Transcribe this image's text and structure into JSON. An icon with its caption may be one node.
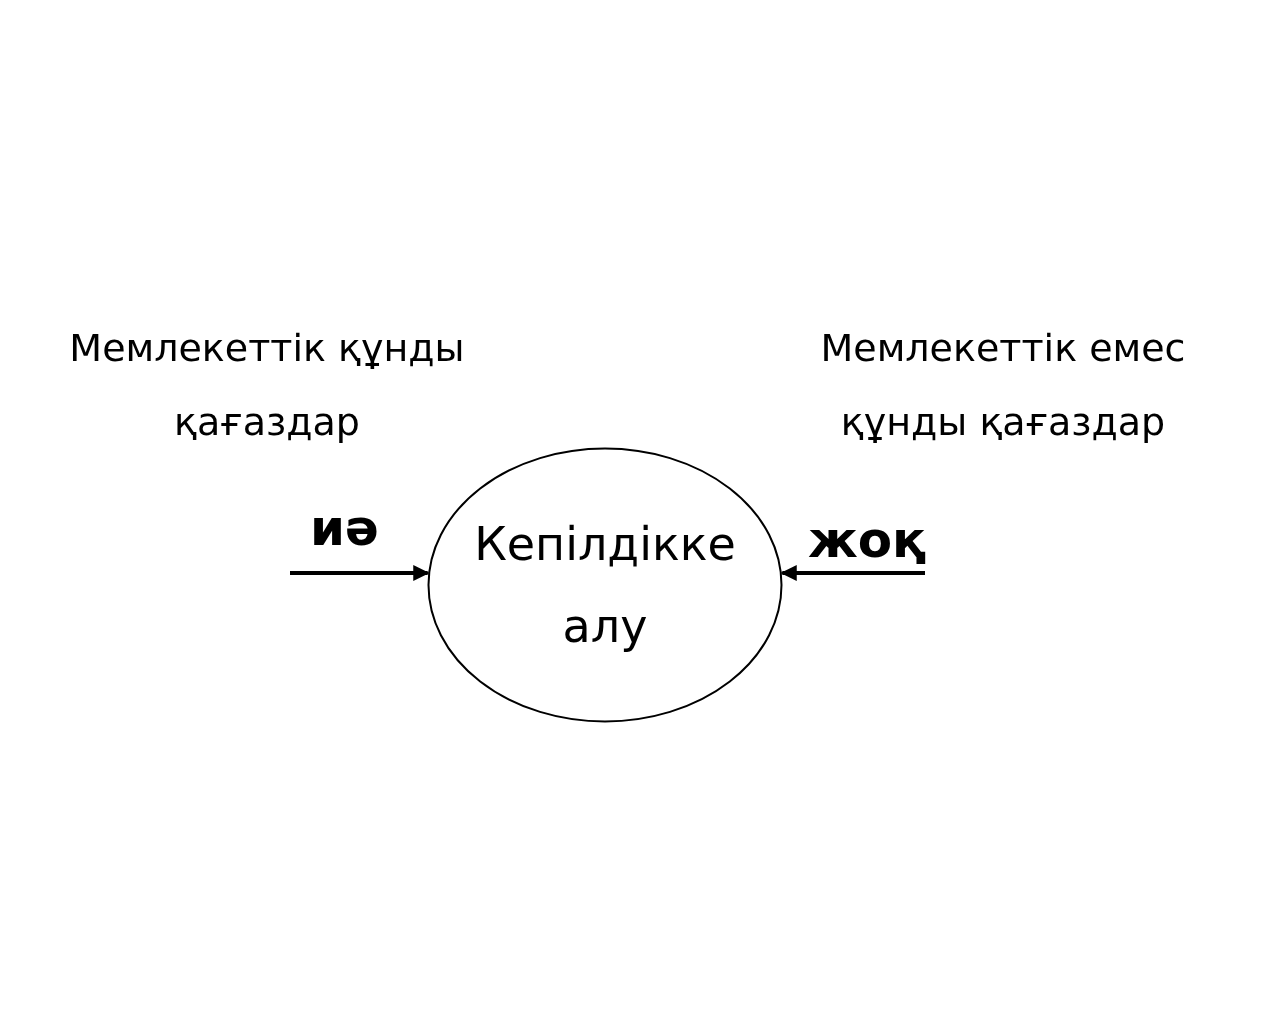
{
  "diagram": {
    "nodes": [
      {
        "text": [
          "Мемлекеттік құнды қағаздар"
        ]
      },
      {
        "text": [
          "Мемлекеттік емес құнды қағаздар"
        ]
      },
      {
        "text": [
          "Кепілдікке алу"
        ]
      }
    ],
    "edges": [
      {
        "from": null,
        "to": 2,
        "arrow": "to",
        "label": "иә"
      },
      {
        "from": null,
        "to": 2,
        "arrow": "to",
        "label": "жоқ"
      }
    ]
  }
}
